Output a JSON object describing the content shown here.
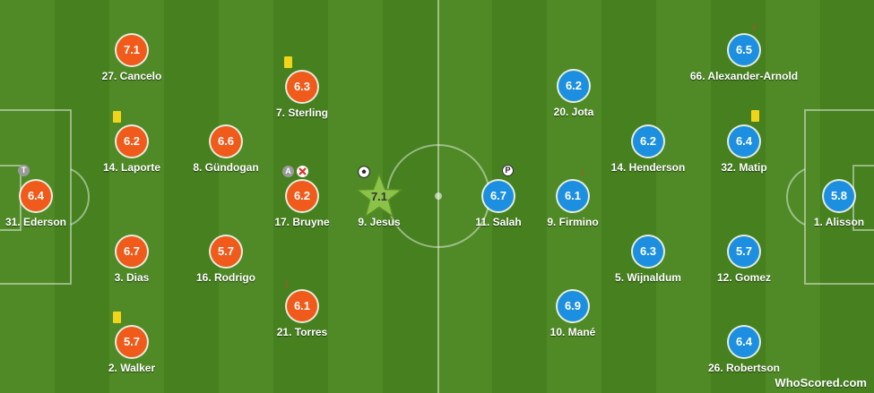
{
  "brand": {
    "logo": "WhoScored.com"
  },
  "colors": {
    "home": "#f05a1a",
    "away": "#1c8fe0",
    "man_of_match": "#8bc34a"
  },
  "home_players": [
    {
      "name": "27. Cancelo",
      "rating": "7.1"
    },
    {
      "name": "7. Sterling",
      "rating": "6.3",
      "icon": "yellow-card-icon"
    },
    {
      "name": "14. Laporte",
      "rating": "6.2",
      "icon": "yellow-card-icon"
    },
    {
      "name": "8. Gündogan",
      "rating": "6.6"
    },
    {
      "name": "31. Ederson",
      "rating": "6.4",
      "icon": "captain-icon",
      "icon_text": "T"
    },
    {
      "name": "17. Bruyne",
      "rating": "6.2",
      "icon": "captain-icon",
      "icon_text": "A"
    },
    {
      "name": "9. Jesus",
      "rating": "7.1",
      "icon": "goal-ball-icon",
      "man_of_match": true
    },
    {
      "name": "3. Dias",
      "rating": "6.7"
    },
    {
      "name": "16. Rodrigo",
      "rating": "5.7"
    },
    {
      "name": "21. Torres",
      "rating": "6.1",
      "icon": "sub-off-arrow-icon"
    },
    {
      "name": "2. Walker",
      "rating": "5.7",
      "icon": "yellow-card-icon"
    }
  ],
  "away_players": [
    {
      "name": "66. Alexander-Arnold",
      "rating": "6.5",
      "icon": "sub-off-arrow-icon"
    },
    {
      "name": "20. Jota",
      "rating": "6.2"
    },
    {
      "name": "14. Henderson",
      "rating": "6.2"
    },
    {
      "name": "32. Matip",
      "rating": "6.4",
      "icon": "yellow-card-icon"
    },
    {
      "name": "11. Salah",
      "rating": "6.7",
      "icon": "penalty-icon",
      "icon_text": "P"
    },
    {
      "name": "9. Firmino",
      "rating": "6.1",
      "icon": "sub-off-arrow-icon"
    },
    {
      "name": "1. Alisson",
      "rating": "5.8"
    },
    {
      "name": "5. Wijnaldum",
      "rating": "6.3"
    },
    {
      "name": "12. Gomez",
      "rating": "5.7"
    },
    {
      "name": "10. Mané",
      "rating": "6.9"
    },
    {
      "name": "26. Robertson",
      "rating": "6.4"
    }
  ]
}
